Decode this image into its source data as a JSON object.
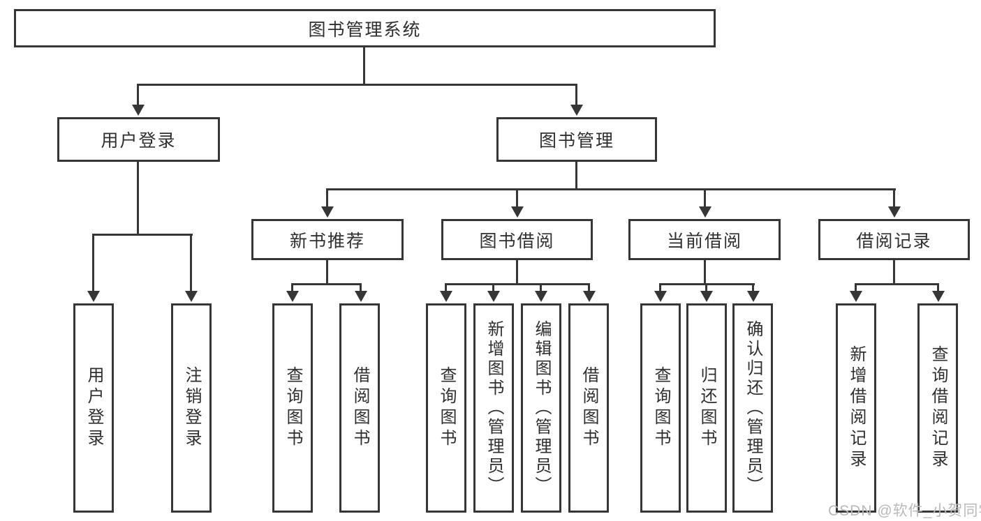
{
  "colors": {
    "line": "#363636",
    "text": "#2f2f2f",
    "watermark": "#b9b9b9",
    "background": "#ffffff"
  },
  "tree": {
    "root": "图书管理系统",
    "branches": [
      {
        "label": "用户登录",
        "children": [
          "用户登录",
          "注销登录"
        ]
      },
      {
        "label": "图书管理",
        "sections": [
          {
            "label": "新书推荐",
            "children": [
              "查询图书",
              "借阅图书"
            ]
          },
          {
            "label": "图书借阅",
            "children": [
              "查询图书",
              "新增图书（管理员）",
              "编辑图书（管理员）",
              "借阅图书"
            ]
          },
          {
            "label": "当前借阅",
            "children": [
              "查询图书",
              "归还图书",
              "确认归还（管理员）"
            ]
          },
          {
            "label": "借阅记录",
            "children": [
              "新增借阅记录",
              "查询借阅记录"
            ]
          }
        ]
      }
    ]
  },
  "watermark": {
    "text": "CSDN @软件_小贺同学"
  }
}
